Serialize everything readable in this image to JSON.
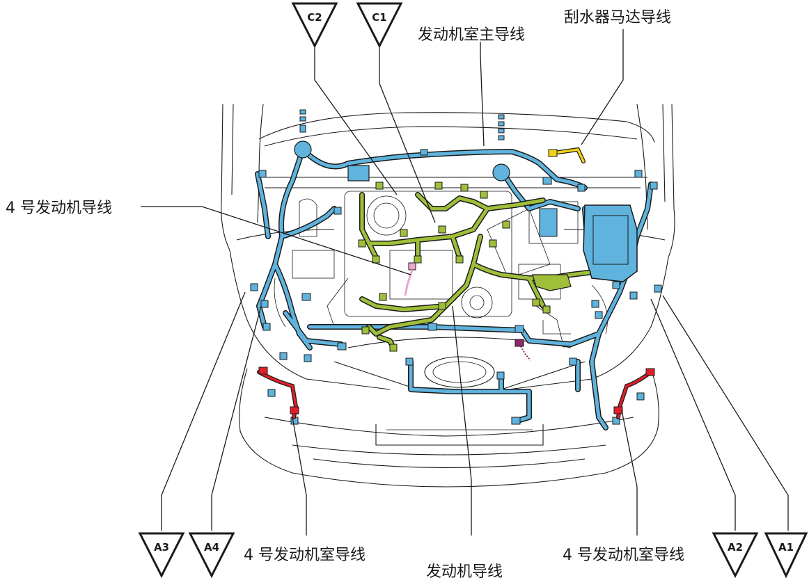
{
  "colors": {
    "blue_harness": "#5fb3dd",
    "green_harness": "#9fbf3a",
    "red_harness": "#e0202a",
    "yellow_harness": "#f2d21a",
    "pink_connector": "#e8a8d0",
    "purple_connector": "#8a2a6a",
    "line": "#1a1a1a"
  },
  "labels": {
    "engine_room_main_wire": "发动机室主导线",
    "wiper_motor_wire": "刮水器马达导线",
    "no4_engine_wire": "4 号发动机导线",
    "no4_engine_room_wire_left": "4 号发动机室导线",
    "engine_wire": "发动机导线",
    "no4_engine_room_wire_right": "4 号发动机室导线"
  },
  "markers": {
    "c2": "C2",
    "c1": "C1",
    "a3": "A3",
    "a4": "A4",
    "a2": "A2",
    "a1": "A1"
  }
}
